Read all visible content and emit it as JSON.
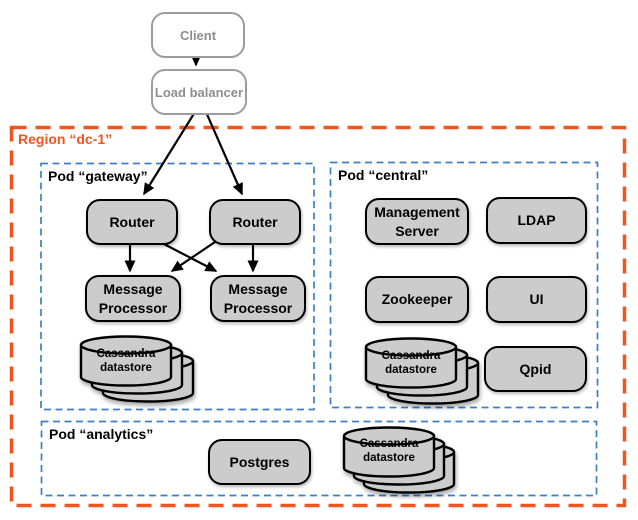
{
  "colors": {
    "region_border": "#f0551f",
    "pod_border": "#3d7fc4",
    "node_fill": "#cccccc",
    "node_border": "#000000",
    "external_border": "#9c9c9c",
    "arrow": "#000000"
  },
  "external": {
    "client": "Client",
    "load_balancer": "Load balancer"
  },
  "region": {
    "label": "Region “dc-1”"
  },
  "pods": {
    "gateway": {
      "label": "Pod “gateway”",
      "router1": "Router",
      "router2": "Router",
      "mp1": "Message Processor",
      "mp2": "Message Processor",
      "datastore": "Cassandra datastore"
    },
    "central": {
      "label": "Pod “central”",
      "management_server": "Management Server",
      "ldap": "LDAP",
      "zookeeper": "Zookeeper",
      "ui": "UI",
      "datastore": "Cassandra datastore",
      "qpid": "Qpid"
    },
    "analytics": {
      "label": "Pod “analytics”",
      "postgres": "Postgres",
      "datastore": "Cassandra datastore"
    }
  }
}
